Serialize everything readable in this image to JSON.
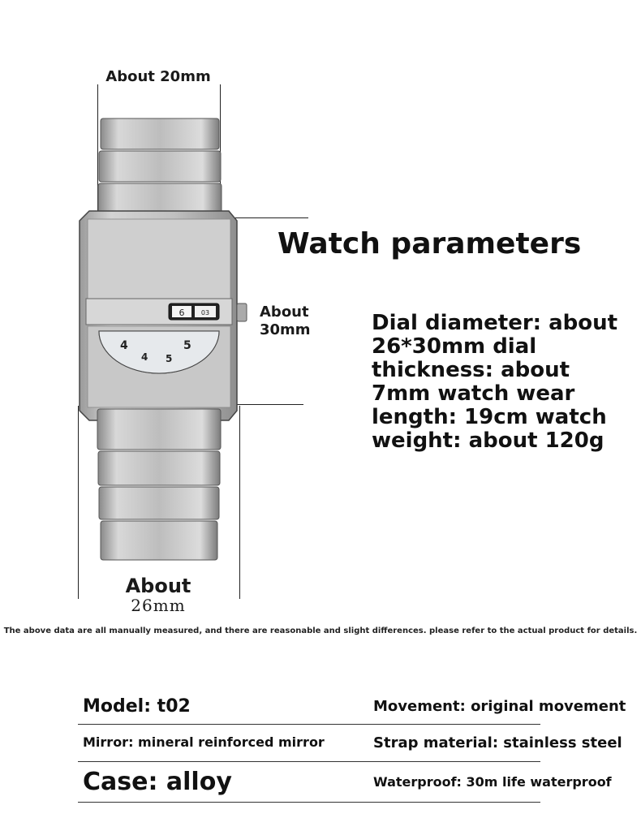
{
  "dimensions": {
    "width_label": "About 20mm",
    "height_label": [
      "About",
      "30mm"
    ],
    "length_label_word": "About",
    "length_label_value": "26mm"
  },
  "heading": "Watch parameters",
  "parameters_text": "Dial diameter: about 26*30mm dial thickness: about 7mm watch wear length: 19cm watch weight: about 120g",
  "dial": {
    "window_left": "6",
    "window_right": "03",
    "disc_digits": [
      "4",
      "5",
      "4",
      "5"
    ]
  },
  "note": "The above data are all manually measured, and there are reasonable and slight differences. please refer to the actual product for details.",
  "specs": {
    "model": "Model: t02",
    "movement": "Movement: original movement",
    "mirror": "Mirror: mineral reinforced mirror",
    "strap": "Strap material: stainless steel",
    "case": "Case: alloy",
    "waterproof": "Waterproof: 30m life waterproof"
  },
  "colors": {
    "background": "#ffffff",
    "text": "#111111",
    "steel": "#c4c4c4"
  }
}
